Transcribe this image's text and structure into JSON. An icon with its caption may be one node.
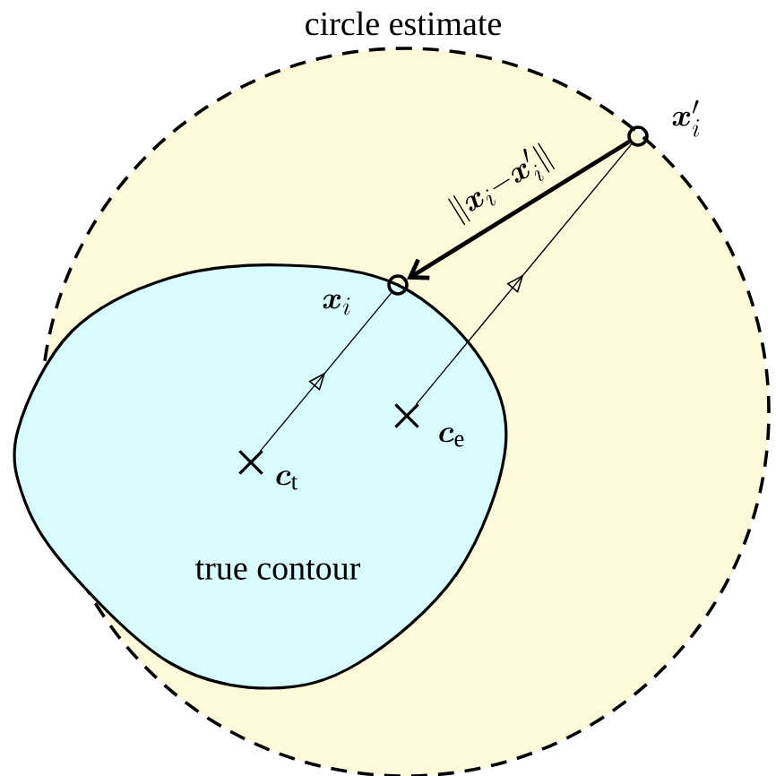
{
  "diagram": {
    "nodes": [
      {
        "text": [
          "circle estimate"
        ]
      },
      {
        "text": [
          "true contour"
        ]
      },
      {
        "text": [
          "\\boldsymbol{x}_i"
        ],
        "in": 0
      },
      {
        "text": [
          "\\boldsymbol{x}'_i"
        ],
        "in": 0
      },
      {
        "text": [
          "\\boldsymbol{c}_{\\mathrm{t}}"
        ],
        "in": 1
      },
      {
        "text": [
          "\\boldsymbol{c}_{\\mathrm{e}}"
        ],
        "in": 1
      }
    ],
    "edges": [
      {
        "from": 4,
        "to": 2,
        "arrow": "to"
      },
      {
        "from": 5,
        "to": 3,
        "arrow": "to"
      },
      {
        "from": 3,
        "to": 2,
        "arrow": "to",
        "label": "\\|\\boldsymbol{x}_i{-}\\boldsymbol{x}'_i\\|",
        "style": "thick"
      }
    ]
  }
}
